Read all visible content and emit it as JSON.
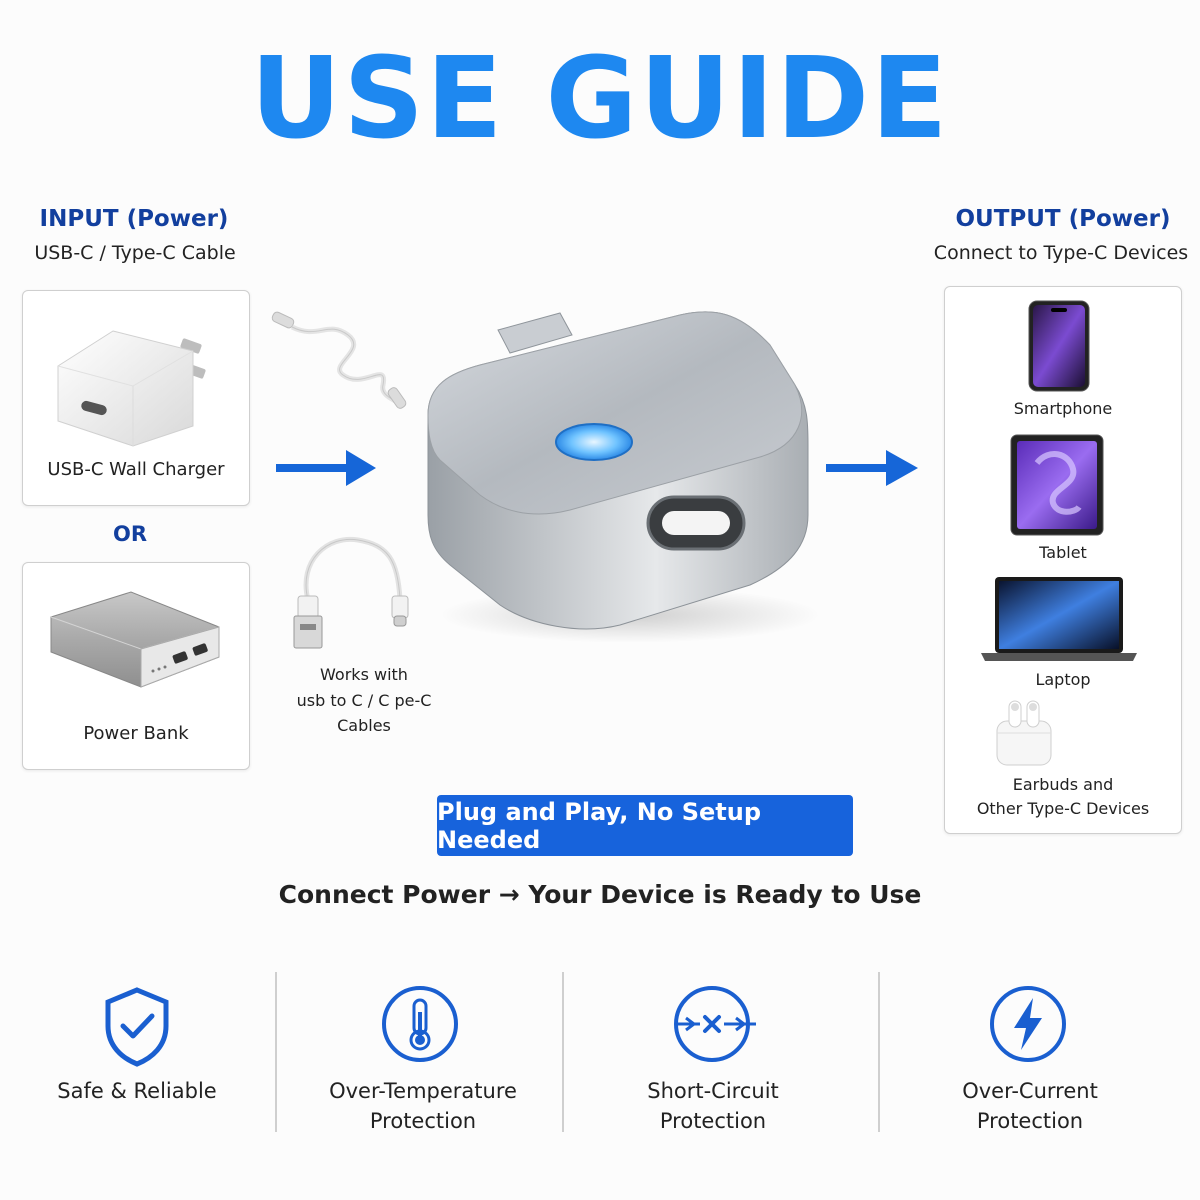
{
  "title": "USE GUIDE",
  "input": {
    "heading": "INPUT (Power)",
    "subheading": "USB-C / Type-C Cable",
    "wall_charger_label": "USB-C Wall Charger",
    "or_label": "OR",
    "power_bank_label": "Power Bank",
    "cable_note_line1": "Works with",
    "cable_note_line2": "usb to C / C pe-C",
    "cable_note_line3": "Cables"
  },
  "output": {
    "heading": "OUTPUT (Power)",
    "subheading": "Connect to Type-C Devices",
    "devices": {
      "smartphone": "Smartphone",
      "tablet": "Tablet",
      "laptop": "Laptop",
      "earbuds_line1": "Earbuds and",
      "earbuds_line2": "Other Type-C Devices"
    }
  },
  "banner": "Plug and Play, No Setup Needed",
  "tagline": "Connect Power → Your Device is Ready to Use",
  "features": {
    "safe": "Safe & Reliable",
    "temp_line1": "Over-Temperature",
    "temp_line2": "Protection",
    "short_line1": "Short-Circuit",
    "short_line2": "Protection",
    "current_line1": "Over-Current",
    "current_line2": "Protection"
  },
  "colors": {
    "title_blue": "#1e88f0",
    "heading_navy": "#123f9e",
    "banner_blue": "#1763dc",
    "arrow_blue": "#1666d8"
  },
  "icons": [
    "wall-charger-icon",
    "power-bank-icon",
    "usb-c-cable-icon",
    "usb-a-to-c-cable-icon",
    "adapter-icon",
    "smartphone-icon",
    "tablet-icon",
    "laptop-icon",
    "earbuds-icon",
    "shield-check-icon",
    "thermometer-icon",
    "short-circuit-icon",
    "lightning-icon",
    "arrow-right-icon"
  ]
}
